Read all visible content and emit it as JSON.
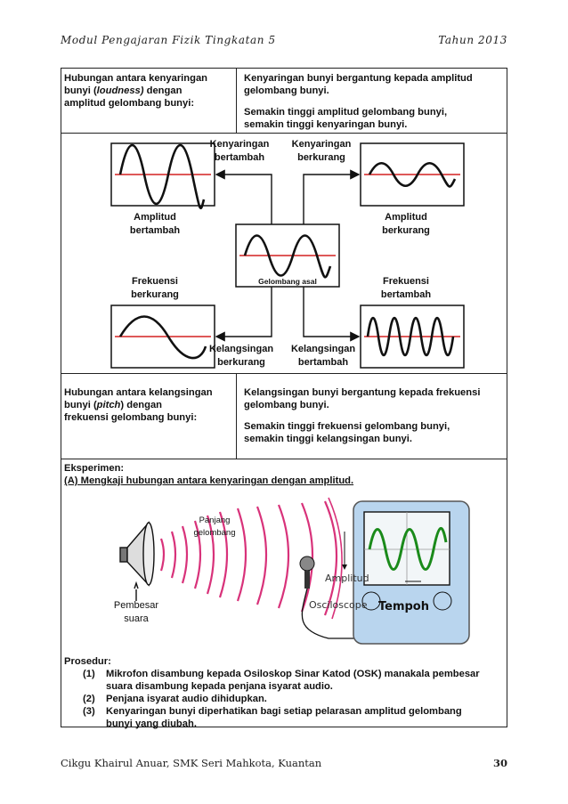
{
  "header": {
    "left": "Modul Pengajaran Fizik Tingkatan 5",
    "right": "Tahun 2013"
  },
  "loudness": {
    "left_line1": "Hubungan antara kenyaringan",
    "left_line2_pre": "bunyi (",
    "left_line2_em": "loudness)",
    "left_line2_post": " dengan",
    "left_line3": "amplitud gelombang bunyi:",
    "right_line1": "Kenyaringan bunyi bergantung kepada amplitud",
    "right_line2": "gelombang bunyi.",
    "right_line3": "Semakin tinggi amplitud gelombang bunyi,",
    "right_line4": "semakin tinggi kenyaringan bunyi."
  },
  "diagram": {
    "top_left_label1": "Kenyaringan",
    "top_left_label2": "bertambah",
    "top_right_label1": "Kenyaringan",
    "top_right_label2": "berkurang",
    "amp_up1": "Amplitud",
    "amp_up2": "bertambah",
    "amp_down1": "Amplitud",
    "amp_down2": "berkurang",
    "freq_down1": "Frekuensi",
    "freq_down2": "berkurang",
    "freq_up1": "Frekuensi",
    "freq_up2": "bertambah",
    "original": "Gelombang asal",
    "bottom_left_label1": "Kelangsingan",
    "bottom_left_label2": "berkurang",
    "bottom_right_label1": "Kelangsingan",
    "bottom_right_label2": "bertambah"
  },
  "pitch": {
    "left_line1": "Hubungan antara kelangsingan",
    "left_line2_pre": "bunyi (",
    "left_line2_em": "pitch",
    "left_line2_post": ") dengan",
    "left_line3": "frekuensi gelombang bunyi:",
    "right_line1": "Kelangsingan bunyi bergantung kepada frekuensi",
    "right_line2": "gelombang bunyi.",
    "right_line3": "Semakin tinggi frekuensi gelombang bunyi,",
    "right_line4": "semakin tinggi kelangsingan bunyi."
  },
  "experiment": {
    "title": "Eksperimen:",
    "subtitle": "(A) Mengkaji hubungan antara kenyaringan dengan amplitud.",
    "wavelength1": "Panjang",
    "wavelength2": "gelombang",
    "speaker1": "Pembesar",
    "speaker2": "suara",
    "amplitude": "Amplitud",
    "oscilloscope": "Osciloscope",
    "period": "Tempoh"
  },
  "procedure": {
    "title": "Prosedur:",
    "s1_num": "(1)",
    "s1_a": "Mikrofon disambung kepada Osiloskop Sinar Katod (OSK) manakala pembesar",
    "s1_b": "suara disambung kepada penjana isyarat audio.",
    "s2_num": "(2)",
    "s2_a": "Penjana isyarat audio dihidupkan.",
    "s3_num": "(3)",
    "s3_a": "Kenyaringan bunyi diperhatikan bagi setiap pelarasan amplitud gelombang",
    "s3_b": "bunyi yang diubah."
  },
  "footer": {
    "left": "Cikgu Khairul Anuar, SMK Seri Mahkota, Kuantan",
    "page": "30"
  },
  "colors": {
    "wave_axis": "#d42020",
    "oscilloscope_body": "#b9d5ee",
    "oscilloscope_trace": "#1a8a1a",
    "sound_waves": "#d8327a"
  }
}
